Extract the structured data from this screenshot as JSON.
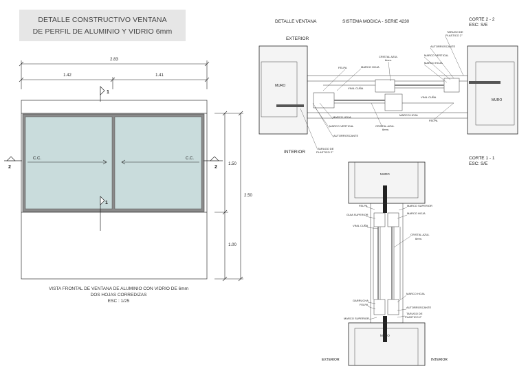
{
  "title": {
    "line1": "DETALLE CONSTRUCTIVO VENTANA",
    "line2": "DE PERFIL DE ALUMINIO Y VIDRIO 6mm"
  },
  "front_view": {
    "dim_total_width": "2.83",
    "dim_left_width": "1.42",
    "dim_right_width": "1.41",
    "dim_window_height": "1.50",
    "dim_total_height": "2.50",
    "dim_sill_height": "1.00",
    "cut_1_top": "1",
    "cut_1_bottom": "1",
    "cut_2_left": "2",
    "cut_2_right": "2",
    "cc_left": "C.C.",
    "cc_right": "C.C.",
    "caption_line1": "VISTA FRONTAL DE VENTANA DE ALUMINIO CON VIDRIO DE 6mm",
    "caption_line2": "DOS HOJAS CORREDIZAS",
    "caption_line3": "ESC : 1/25"
  },
  "plan_detail": {
    "header_left": "DETALLE VENTANA",
    "header_center": "SISTEMA MODICA - SERIE 4230",
    "cut_title": "CORTE 2 - 2",
    "cut_scale": "ESC: S/E",
    "exterior": "EXTERIOR",
    "interior": "INTERIOR",
    "muro_left": "MURO",
    "muro_right": "MURO",
    "labels": {
      "tarugo_top": "TARUGO DE",
      "tarugo_top2": "PLASTICO 2\"",
      "autorroscante_top": "AUTORROSCANTE",
      "marco_vertical_top": "MARCO VERTICAL",
      "marco_hoja_top": "MARCO HOJA",
      "cristal_azul_top": "CRISTAL AZUL",
      "cristal_azul_top2": "6mm.",
      "marco_hoja_mid": "MARCO HOJA",
      "felpa_top": "FELPA",
      "vinil_cuna_left": "VINIL CUÑA",
      "vinil_cuna_right": "VINIL CUÑA",
      "marco_hoja_bottom": "MARCO HOJA",
      "marco_hoja_right": "MARCO HOJA",
      "marco_vertical_bottom": "MARCO VERTICAL",
      "cristal_azul_bottom": "CRISTAL AZUL",
      "cristal_azul_bottom2": "6mm.",
      "felpa_bottom": "FELPA",
      "autorroscante_bottom": "AUTORROSCANTE",
      "tarugo_bottom": "TARUGO DE",
      "tarugo_bottom2": "PLASTICO 2\""
    }
  },
  "section_detail": {
    "cut_title": "CORTE 1 - 1",
    "cut_scale": "ESC: S/E",
    "muro_top": "MURO",
    "muro_bottom": "MURO",
    "exterior": "EXTERIOR",
    "interior": "INTERIOR",
    "labels": {
      "felpa_top": "FELPA",
      "marco_superior_top": "MARCO SUPERIOR",
      "guia_superior": "GUIA SUPERIOR",
      "marco_hoja_top": "MARCO HOJA",
      "vinil_cuna": "VINIL CUÑA",
      "cristal_azul": "CRISTAL AZUL",
      "cristal_azul2": "6mm.",
      "marco_hoja_bottom": "MARCO HOJA",
      "garrucha": "GARRUCHA",
      "felpa_bottom": "FELPA",
      "autorroscante": "AUTORROSCANTE",
      "tarugo": "TARUGO DE",
      "tarugo2": "PLASTICO 2\"",
      "marco_superior_bottom": "MARCO SUPERIOR"
    }
  },
  "colors": {
    "glass": "#c9dcdc",
    "frame": "#7a7a7a",
    "wall_fill": "#f4f4f4"
  }
}
